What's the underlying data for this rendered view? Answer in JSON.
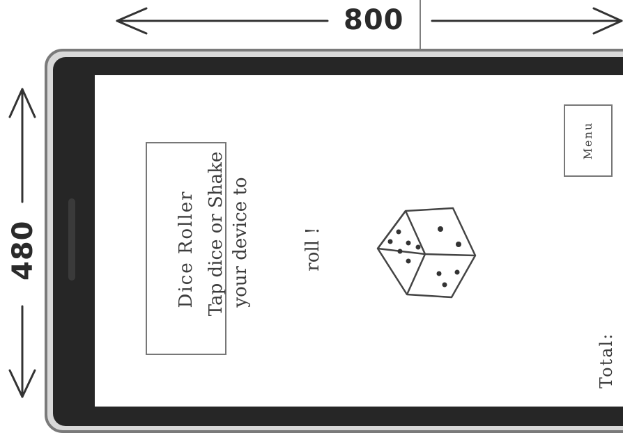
{
  "dimensions": {
    "width_label": "800",
    "height_label": "480"
  },
  "screen": {
    "title": "Dice Roller",
    "instructions": [
      "Tap dice or Shake",
      "your device to",
      "roll !"
    ],
    "menu_label": "Menu",
    "total_label": "Total:"
  },
  "icons": {
    "dice": "dice-icon"
  },
  "colors": {
    "bezel": "#262626",
    "frame": "#7a7a7a",
    "ink": "#3d3d3d"
  }
}
